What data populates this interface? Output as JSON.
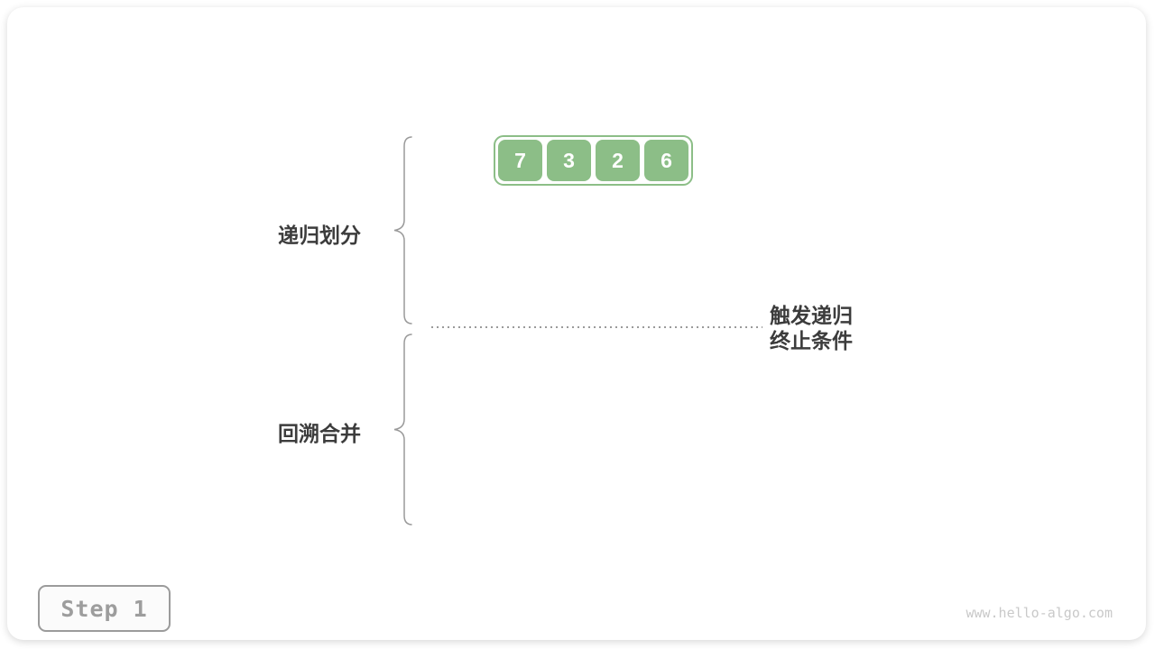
{
  "array": {
    "values": [
      "7",
      "3",
      "2",
      "6"
    ]
  },
  "labels": {
    "divide": "递归划分",
    "merge": "回溯合并",
    "terminate_line1": "触发递归",
    "terminate_line2": "终止条件"
  },
  "step_badge": "Step 1",
  "watermark": "www.hello-algo.com",
  "colors": {
    "cell_green": "#8CBE87",
    "label_text": "#3C3C3C",
    "line_gray": "#9A9A9A",
    "step_text": "#9D9D9D",
    "watermark_gray": "#C9C9C9"
  }
}
